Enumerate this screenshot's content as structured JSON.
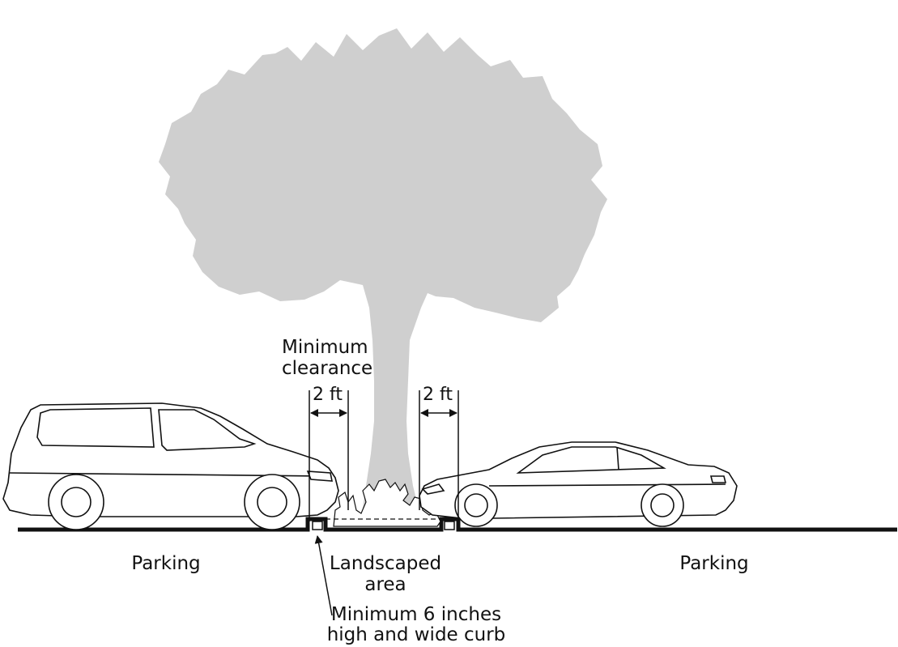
{
  "colors": {
    "tree": "#cfcfcf",
    "line": "#111111",
    "background": "#ffffff"
  },
  "labels": {
    "min_clearance_line1": "Minimum",
    "min_clearance_line2": "clearance",
    "dim_left": "2 ft",
    "dim_right": "2 ft",
    "parking_left": "Parking",
    "parking_right": "Parking",
    "landscaped_line1": "Landscaped",
    "landscaped_line2": "area",
    "curb_line1": "Minimum 6 inches",
    "curb_line2": "high and wide curb"
  },
  "icons": [
    "tree-icon",
    "minivan-icon",
    "sedan-icon",
    "shrub-icon",
    "curb-icon"
  ]
}
